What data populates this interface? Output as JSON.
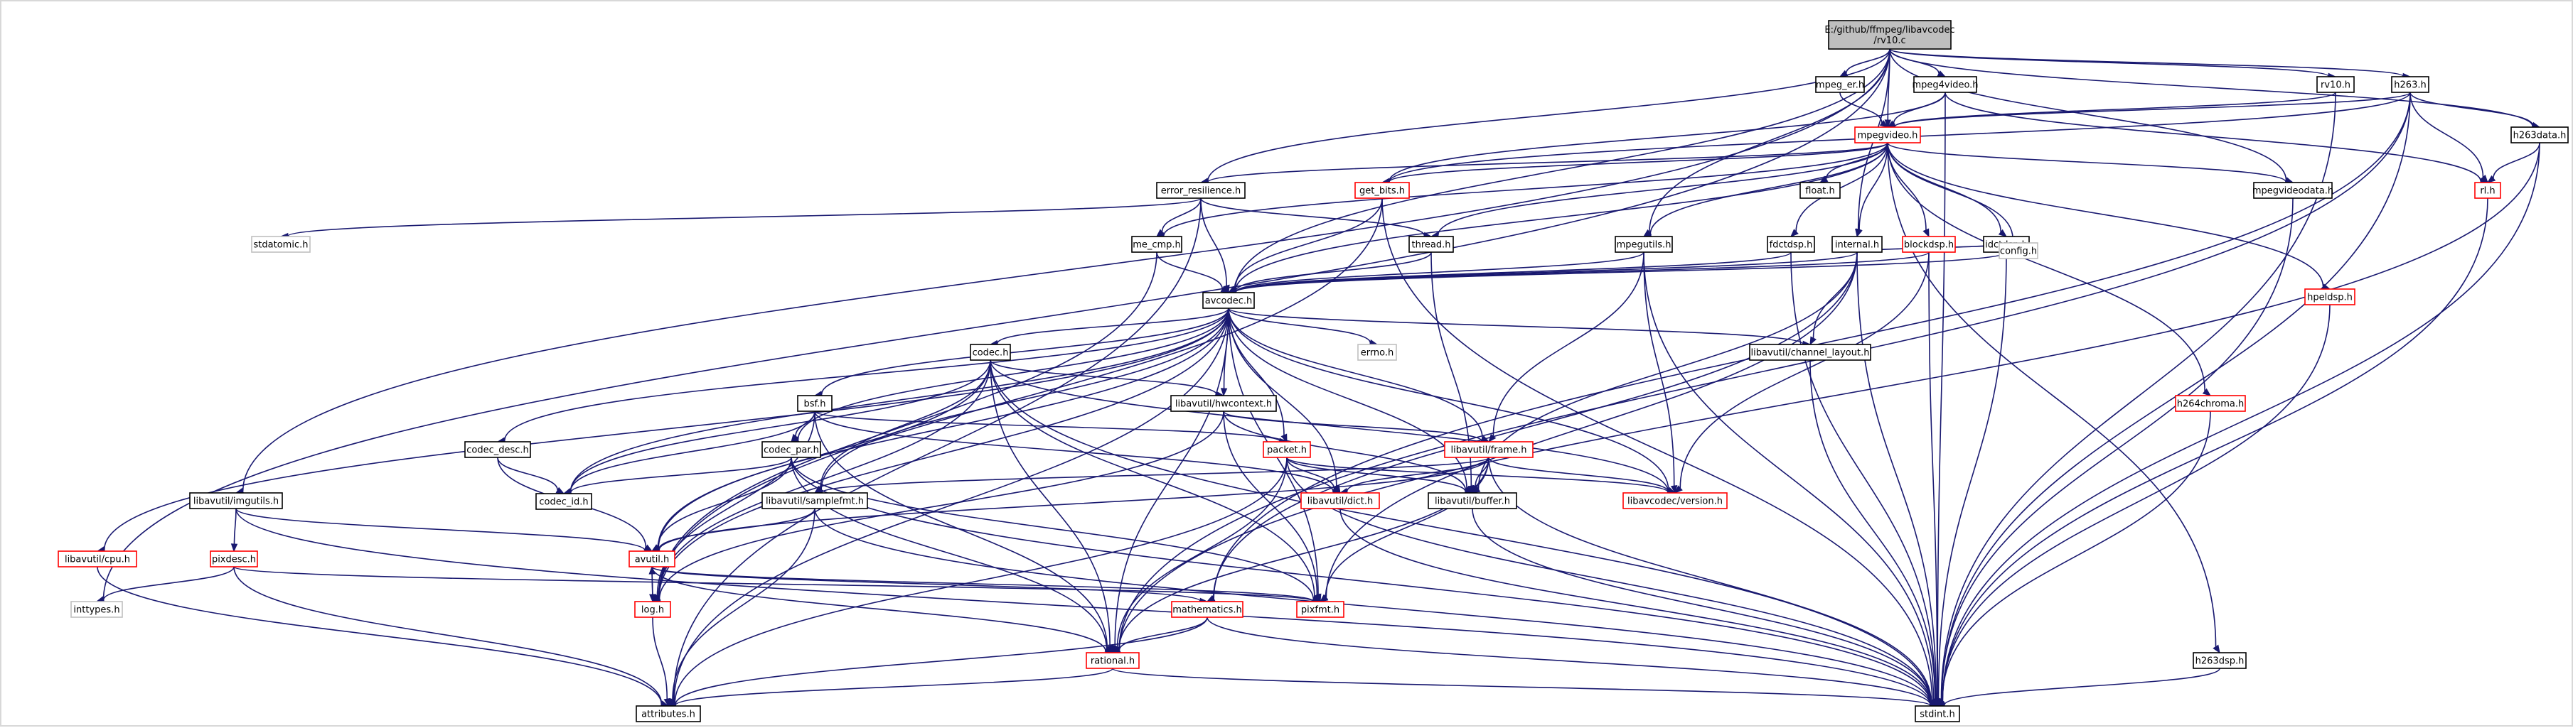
{
  "colors": {
    "edge": "#191970",
    "root_fill": "#bfbfbf",
    "border_default": "#000000",
    "border_truncated": "#ff0000",
    "border_system": "#bfbfbf",
    "text_default": "#000000"
  },
  "nodes": [
    {
      "id": "root",
      "label": "E:/github/ffmpeg/libavcodec\n/rv10.c",
      "kind": "root"
    },
    {
      "id": "mpeg_er",
      "label": "mpeg_er.h",
      "kind": "default"
    },
    {
      "id": "mpeg4video",
      "label": "mpeg4video.h",
      "kind": "default"
    },
    {
      "id": "rv10h",
      "label": "rv10.h",
      "kind": "default"
    },
    {
      "id": "h263",
      "label": "h263.h",
      "kind": "default"
    },
    {
      "id": "h263data",
      "label": "h263data.h",
      "kind": "default"
    },
    {
      "id": "mpegvideo",
      "label": "mpegvideo.h",
      "kind": "truncated"
    },
    {
      "id": "rlh",
      "label": "rl.h",
      "kind": "truncated"
    },
    {
      "id": "error_res",
      "label": "error_resilience.h",
      "kind": "default"
    },
    {
      "id": "get_bits",
      "label": "get_bits.h",
      "kind": "truncated"
    },
    {
      "id": "float",
      "label": "float.h",
      "kind": "default"
    },
    {
      "id": "mpegvideodata",
      "label": "mpegvideodata.h",
      "kind": "default"
    },
    {
      "id": "stdatomic",
      "label": "stdatomic.h",
      "kind": "system"
    },
    {
      "id": "me_cmp",
      "label": "me_cmp.h",
      "kind": "default"
    },
    {
      "id": "thread",
      "label": "thread.h",
      "kind": "default"
    },
    {
      "id": "mpegutils",
      "label": "mpegutils.h",
      "kind": "default"
    },
    {
      "id": "fdctdsp",
      "label": "fdctdsp.h",
      "kind": "default"
    },
    {
      "id": "internal",
      "label": "internal.h",
      "kind": "default"
    },
    {
      "id": "blockdsp",
      "label": "blockdsp.h",
      "kind": "truncated"
    },
    {
      "id": "idctdsp",
      "label": "idctdsp.h",
      "kind": "default"
    },
    {
      "id": "config",
      "label": "config.h",
      "kind": "system"
    },
    {
      "id": "hpeldsp",
      "label": "hpeldsp.h",
      "kind": "truncated"
    },
    {
      "id": "avcodec",
      "label": "avcodec.h",
      "kind": "default"
    },
    {
      "id": "errno",
      "label": "errno.h",
      "kind": "system"
    },
    {
      "id": "chlayout",
      "label": "libavutil/channel_layout.h",
      "kind": "default"
    },
    {
      "id": "codec",
      "label": "codec.h",
      "kind": "default"
    },
    {
      "id": "bsf",
      "label": "bsf.h",
      "kind": "default"
    },
    {
      "id": "hwcontext",
      "label": "libavutil/hwcontext.h",
      "kind": "default"
    },
    {
      "id": "h264chroma",
      "label": "h264chroma.h",
      "kind": "truncated"
    },
    {
      "id": "codec_desc",
      "label": "codec_desc.h",
      "kind": "default"
    },
    {
      "id": "codec_par",
      "label": "codec_par.h",
      "kind": "default"
    },
    {
      "id": "packet",
      "label": "packet.h",
      "kind": "truncated"
    },
    {
      "id": "frame",
      "label": "libavutil/frame.h",
      "kind": "truncated"
    },
    {
      "id": "imgutils",
      "label": "libavutil/imgutils.h",
      "kind": "default"
    },
    {
      "id": "codec_id",
      "label": "codec_id.h",
      "kind": "default"
    },
    {
      "id": "samplefmt",
      "label": "libavutil/samplefmt.h",
      "kind": "default"
    },
    {
      "id": "dict",
      "label": "libavutil/dict.h",
      "kind": "truncated"
    },
    {
      "id": "buffer",
      "label": "libavutil/buffer.h",
      "kind": "default"
    },
    {
      "id": "version",
      "label": "libavcodec/version.h",
      "kind": "truncated"
    },
    {
      "id": "cpu",
      "label": "libavutil/cpu.h",
      "kind": "truncated"
    },
    {
      "id": "pixdesc",
      "label": "pixdesc.h",
      "kind": "truncated"
    },
    {
      "id": "avutil",
      "label": "avutil.h",
      "kind": "truncated"
    },
    {
      "id": "inttypes",
      "label": "inttypes.h",
      "kind": "system"
    },
    {
      "id": "log",
      "label": "log.h",
      "kind": "truncated"
    },
    {
      "id": "mathematics",
      "label": "mathematics.h",
      "kind": "truncated"
    },
    {
      "id": "pixfmt",
      "label": "pixfmt.h",
      "kind": "truncated"
    },
    {
      "id": "rational",
      "label": "rational.h",
      "kind": "truncated"
    },
    {
      "id": "h263dsp",
      "label": "h263dsp.h",
      "kind": "default"
    },
    {
      "id": "attributes",
      "label": "attributes.h",
      "kind": "default"
    },
    {
      "id": "stdint",
      "label": "stdint.h",
      "kind": "default"
    }
  ],
  "edges": [
    [
      "root",
      "mpeg_er"
    ],
    [
      "root",
      "mpeg4video"
    ],
    [
      "root",
      "rv10h"
    ],
    [
      "root",
      "h263"
    ],
    [
      "root",
      "h263data"
    ],
    [
      "root",
      "mpegvideo"
    ],
    [
      "root",
      "error_res"
    ],
    [
      "root",
      "mpegutils"
    ],
    [
      "root",
      "internal"
    ],
    [
      "root",
      "avcodec"
    ],
    [
      "root",
      "imgutils"
    ],
    [
      "root",
      "mpegvideodata"
    ],
    [
      "root",
      "inttypes"
    ],
    [
      "mpeg_er",
      "mpegvideo"
    ],
    [
      "mpeg4video",
      "mpegvideo"
    ],
    [
      "mpeg4video",
      "get_bits"
    ],
    [
      "mpeg4video",
      "rlh"
    ],
    [
      "mpeg4video",
      "stdint"
    ],
    [
      "rv10h",
      "mpegvideo"
    ],
    [
      "rv10h",
      "stdint"
    ],
    [
      "h263",
      "mpegvideo"
    ],
    [
      "h263",
      "rlh"
    ],
    [
      "h263",
      "h263data"
    ],
    [
      "h263",
      "get_bits"
    ],
    [
      "h263",
      "stdint"
    ],
    [
      "h263",
      "rational"
    ],
    [
      "h263",
      "mathematics"
    ],
    [
      "h263data",
      "rlh"
    ],
    [
      "h263data",
      "rational"
    ],
    [
      "h263data",
      "stdint"
    ],
    [
      "mpegvideo",
      "error_res"
    ],
    [
      "mpegvideo",
      "get_bits"
    ],
    [
      "mpegvideo",
      "float"
    ],
    [
      "mpegvideo",
      "mpegvideodata"
    ],
    [
      "mpegvideo",
      "me_cmp"
    ],
    [
      "mpegvideo",
      "thread"
    ],
    [
      "mpegvideo",
      "mpegutils"
    ],
    [
      "mpegvideo",
      "fdctdsp"
    ],
    [
      "mpegvideo",
      "internal"
    ],
    [
      "mpegvideo",
      "blockdsp"
    ],
    [
      "mpegvideo",
      "idctdsp"
    ],
    [
      "mpegvideo",
      "hpeldsp"
    ],
    [
      "mpegvideo",
      "h264chroma"
    ],
    [
      "mpegvideo",
      "h263dsp"
    ],
    [
      "mpegvideo",
      "avcodec"
    ],
    [
      "mpegvideo",
      "config"
    ],
    [
      "rlh",
      "stdint"
    ],
    [
      "error_res",
      "stdatomic"
    ],
    [
      "error_res",
      "avcodec"
    ],
    [
      "error_res",
      "me_cmp"
    ],
    [
      "error_res",
      "thread"
    ],
    [
      "error_res",
      "attributes"
    ],
    [
      "get_bits",
      "avcodec"
    ],
    [
      "get_bits",
      "log"
    ],
    [
      "get_bits",
      "stdint"
    ],
    [
      "mpegvideodata",
      "stdint"
    ],
    [
      "me_cmp",
      "avcodec"
    ],
    [
      "me_cmp",
      "log"
    ],
    [
      "thread",
      "avcodec"
    ],
    [
      "thread",
      "buffer"
    ],
    [
      "mpegutils",
      "avcodec"
    ],
    [
      "mpegutils",
      "frame"
    ],
    [
      "mpegutils",
      "version"
    ],
    [
      "mpegutils",
      "stdint"
    ],
    [
      "fdctdsp",
      "avcodec"
    ],
    [
      "fdctdsp",
      "stdint"
    ],
    [
      "internal",
      "avcodec"
    ],
    [
      "internal",
      "config"
    ],
    [
      "internal",
      "chlayout"
    ],
    [
      "internal",
      "buffer"
    ],
    [
      "internal",
      "mathematics"
    ],
    [
      "internal",
      "pixfmt"
    ],
    [
      "internal",
      "stdint"
    ],
    [
      "blockdsp",
      "avcodec"
    ],
    [
      "blockdsp",
      "version"
    ],
    [
      "blockdsp",
      "stdint"
    ],
    [
      "idctdsp",
      "avcodec"
    ],
    [
      "idctdsp",
      "config"
    ],
    [
      "idctdsp",
      "stdint"
    ],
    [
      "hpeldsp",
      "stdint"
    ],
    [
      "h264chroma",
      "stdint"
    ],
    [
      "h263dsp",
      "stdint"
    ],
    [
      "avcodec",
      "errno"
    ],
    [
      "avcodec",
      "chlayout"
    ],
    [
      "avcodec",
      "codec"
    ],
    [
      "avcodec",
      "bsf"
    ],
    [
      "avcodec",
      "hwcontext"
    ],
    [
      "avcodec",
      "codec_desc"
    ],
    [
      "avcodec",
      "codec_par"
    ],
    [
      "avcodec",
      "packet"
    ],
    [
      "avcodec",
      "frame"
    ],
    [
      "avcodec",
      "codec_id"
    ],
    [
      "avcodec",
      "samplefmt"
    ],
    [
      "avcodec",
      "dict"
    ],
    [
      "avcodec",
      "buffer"
    ],
    [
      "avcodec",
      "version"
    ],
    [
      "avcodec",
      "cpu"
    ],
    [
      "avcodec",
      "avutil"
    ],
    [
      "avcodec",
      "log"
    ],
    [
      "avcodec",
      "pixfmt"
    ],
    [
      "avcodec",
      "rational"
    ],
    [
      "avcodec",
      "attributes"
    ],
    [
      "chlayout",
      "stdint"
    ],
    [
      "codec",
      "hwcontext"
    ],
    [
      "codec",
      "codec_id"
    ],
    [
      "codec",
      "samplefmt"
    ],
    [
      "codec",
      "version"
    ],
    [
      "codec",
      "avutil"
    ],
    [
      "codec",
      "log"
    ],
    [
      "codec",
      "pixfmt"
    ],
    [
      "codec",
      "rational"
    ],
    [
      "codec",
      "stdint"
    ],
    [
      "bsf",
      "codec_par"
    ],
    [
      "bsf",
      "packet"
    ],
    [
      "bsf",
      "codec_id"
    ],
    [
      "bsf",
      "dict"
    ],
    [
      "bsf",
      "log"
    ],
    [
      "bsf",
      "rational"
    ],
    [
      "hwcontext",
      "frame"
    ],
    [
      "hwcontext",
      "buffer"
    ],
    [
      "hwcontext",
      "pixfmt"
    ],
    [
      "hwcontext",
      "log"
    ],
    [
      "codec_desc",
      "codec_id"
    ],
    [
      "codec_desc",
      "avutil"
    ],
    [
      "codec_par",
      "codec_id"
    ],
    [
      "codec_par",
      "avutil"
    ],
    [
      "codec_par",
      "pixfmt"
    ],
    [
      "codec_par",
      "rational"
    ],
    [
      "codec_par",
      "stdint"
    ],
    [
      "packet",
      "buffer"
    ],
    [
      "packet",
      "dict"
    ],
    [
      "packet",
      "version"
    ],
    [
      "packet",
      "rational"
    ],
    [
      "packet",
      "attributes"
    ],
    [
      "packet",
      "stdint"
    ],
    [
      "frame",
      "avutil"
    ],
    [
      "frame",
      "buffer"
    ],
    [
      "frame",
      "dict"
    ],
    [
      "frame",
      "samplefmt"
    ],
    [
      "frame",
      "pixfmt"
    ],
    [
      "frame",
      "rational"
    ],
    [
      "frame",
      "version"
    ],
    [
      "frame",
      "stdint"
    ],
    [
      "imgutils",
      "avutil"
    ],
    [
      "imgutils",
      "pixdesc"
    ],
    [
      "imgutils",
      "stdint"
    ],
    [
      "samplefmt",
      "avutil"
    ],
    [
      "samplefmt",
      "attributes"
    ],
    [
      "samplefmt",
      "stdint"
    ],
    [
      "dict",
      "stdint"
    ],
    [
      "buffer",
      "stdint"
    ],
    [
      "cpu",
      "attributes"
    ],
    [
      "pixdesc",
      "inttypes"
    ],
    [
      "pixdesc",
      "pixfmt"
    ],
    [
      "pixdesc",
      "attributes"
    ],
    [
      "avutil",
      "log"
    ],
    [
      "avutil",
      "mathematics"
    ],
    [
      "avutil",
      "pixfmt"
    ],
    [
      "avutil",
      "rational"
    ],
    [
      "log",
      "avutil"
    ],
    [
      "log",
      "attributes"
    ],
    [
      "mathematics",
      "rational"
    ],
    [
      "mathematics",
      "attributes"
    ],
    [
      "mathematics",
      "stdint"
    ],
    [
      "rational",
      "attributes"
    ],
    [
      "rational",
      "stdint"
    ]
  ]
}
